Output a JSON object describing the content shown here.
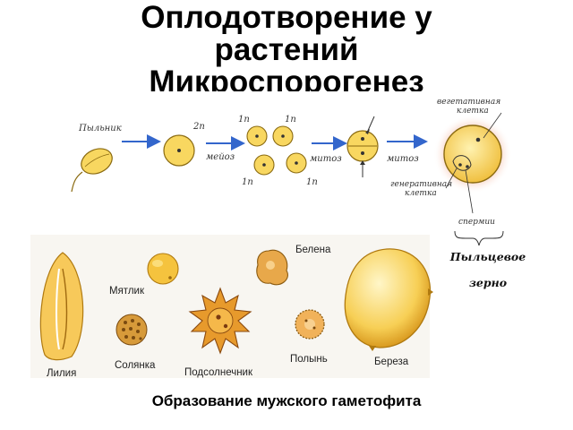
{
  "title": {
    "line1": "Оплодотворение у",
    "line2": "растений",
    "line3": "Микроспорогенез"
  },
  "stages": {
    "anther_label": "Пыльник",
    "label_2n": "2n",
    "label_meiosis": "мейоз",
    "label_1n": "1n",
    "label_mitosis": "митоз"
  },
  "pollen_grain": {
    "vegetative_cell_line1": "вегетативная",
    "vegetative_cell_line2": "клетка",
    "generative_cell_line1": "генеративная",
    "generative_cell_line2": "клетка",
    "sperm_label": "спермии",
    "caption_line1": "Пыльцевое",
    "caption_line2": "зерно"
  },
  "plants": {
    "lily": "Лилия",
    "bluegrass": "Мятлик",
    "saltwort": "Солянка",
    "sunflower": "Подсолнечник",
    "henbane": "Белена",
    "wormwood": "Полынь",
    "birch": "Береза"
  },
  "caption": "Образование мужского гаметофита",
  "colors": {
    "cell_fill": "#f8d760",
    "cell_stroke": "#8a6a10",
    "arrow": "#3366cc",
    "pollen_glow": "#e8845a"
  }
}
